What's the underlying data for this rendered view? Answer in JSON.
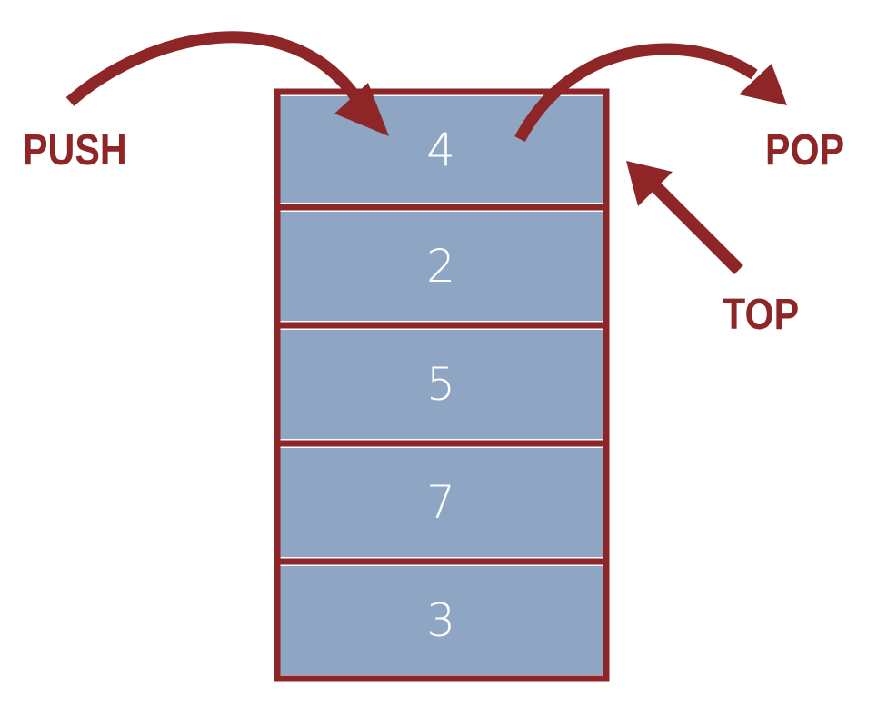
{
  "labels": {
    "push": "PUSH",
    "pop": "POP",
    "top": "TOP"
  },
  "stack": {
    "items": [
      {
        "value": "4"
      },
      {
        "value": "2"
      },
      {
        "value": "5"
      },
      {
        "value": "7"
      },
      {
        "value": "3"
      }
    ]
  },
  "colors": {
    "accent": "#8e2527",
    "cell_fill": "#8fa5c4",
    "text_on_cell": "#ffffff"
  }
}
